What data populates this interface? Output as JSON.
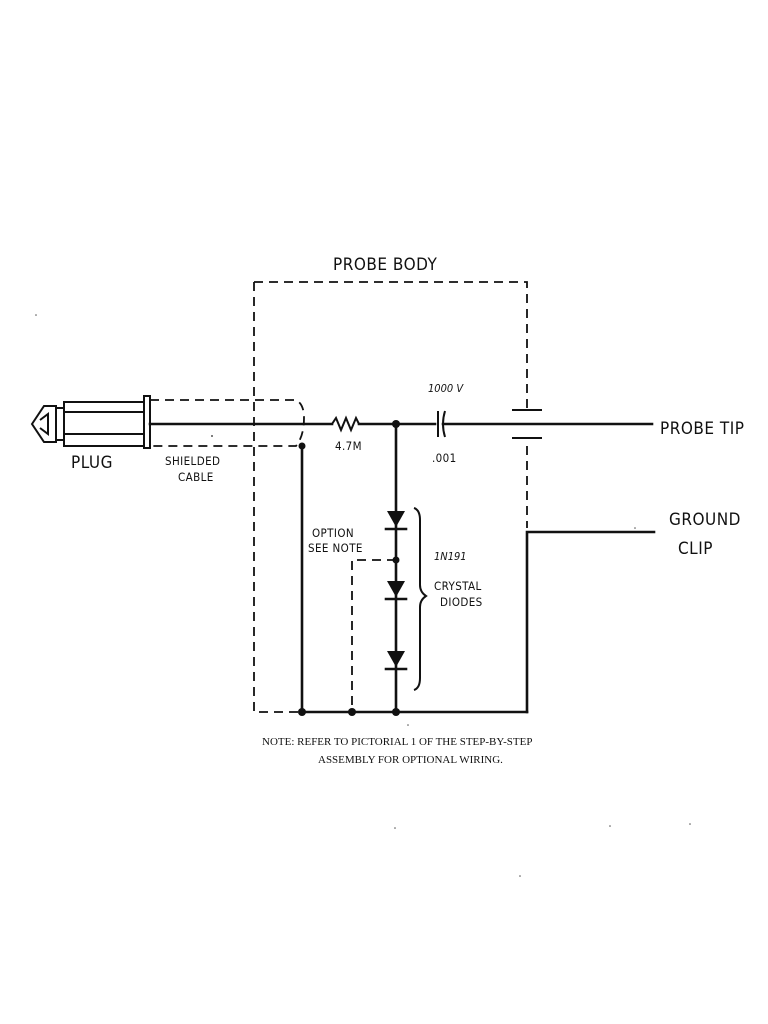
{
  "labels": {
    "probe_body": "PROBE BODY",
    "plug": "PLUG",
    "shielded_1": "SHIELDED",
    "shielded_2": "CABLE",
    "resistor_value": "4.7M",
    "cap_voltage": "1000 V",
    "cap_value": ".001",
    "probe_tip": "PROBE TIP",
    "ground_1": "GROUND",
    "ground_2": "CLIP",
    "option_1": "OPTION",
    "option_2": "SEE NOTE",
    "diode_part": "1N191",
    "diode_type_1": "CRYSTAL",
    "diode_type_2": "DIODES"
  },
  "note": {
    "line1": "NOTE: REFER TO PICTORIAL 1 OF THE STEP-BY-STEP",
    "line2": "ASSEMBLY FOR OPTIONAL WIRING."
  }
}
